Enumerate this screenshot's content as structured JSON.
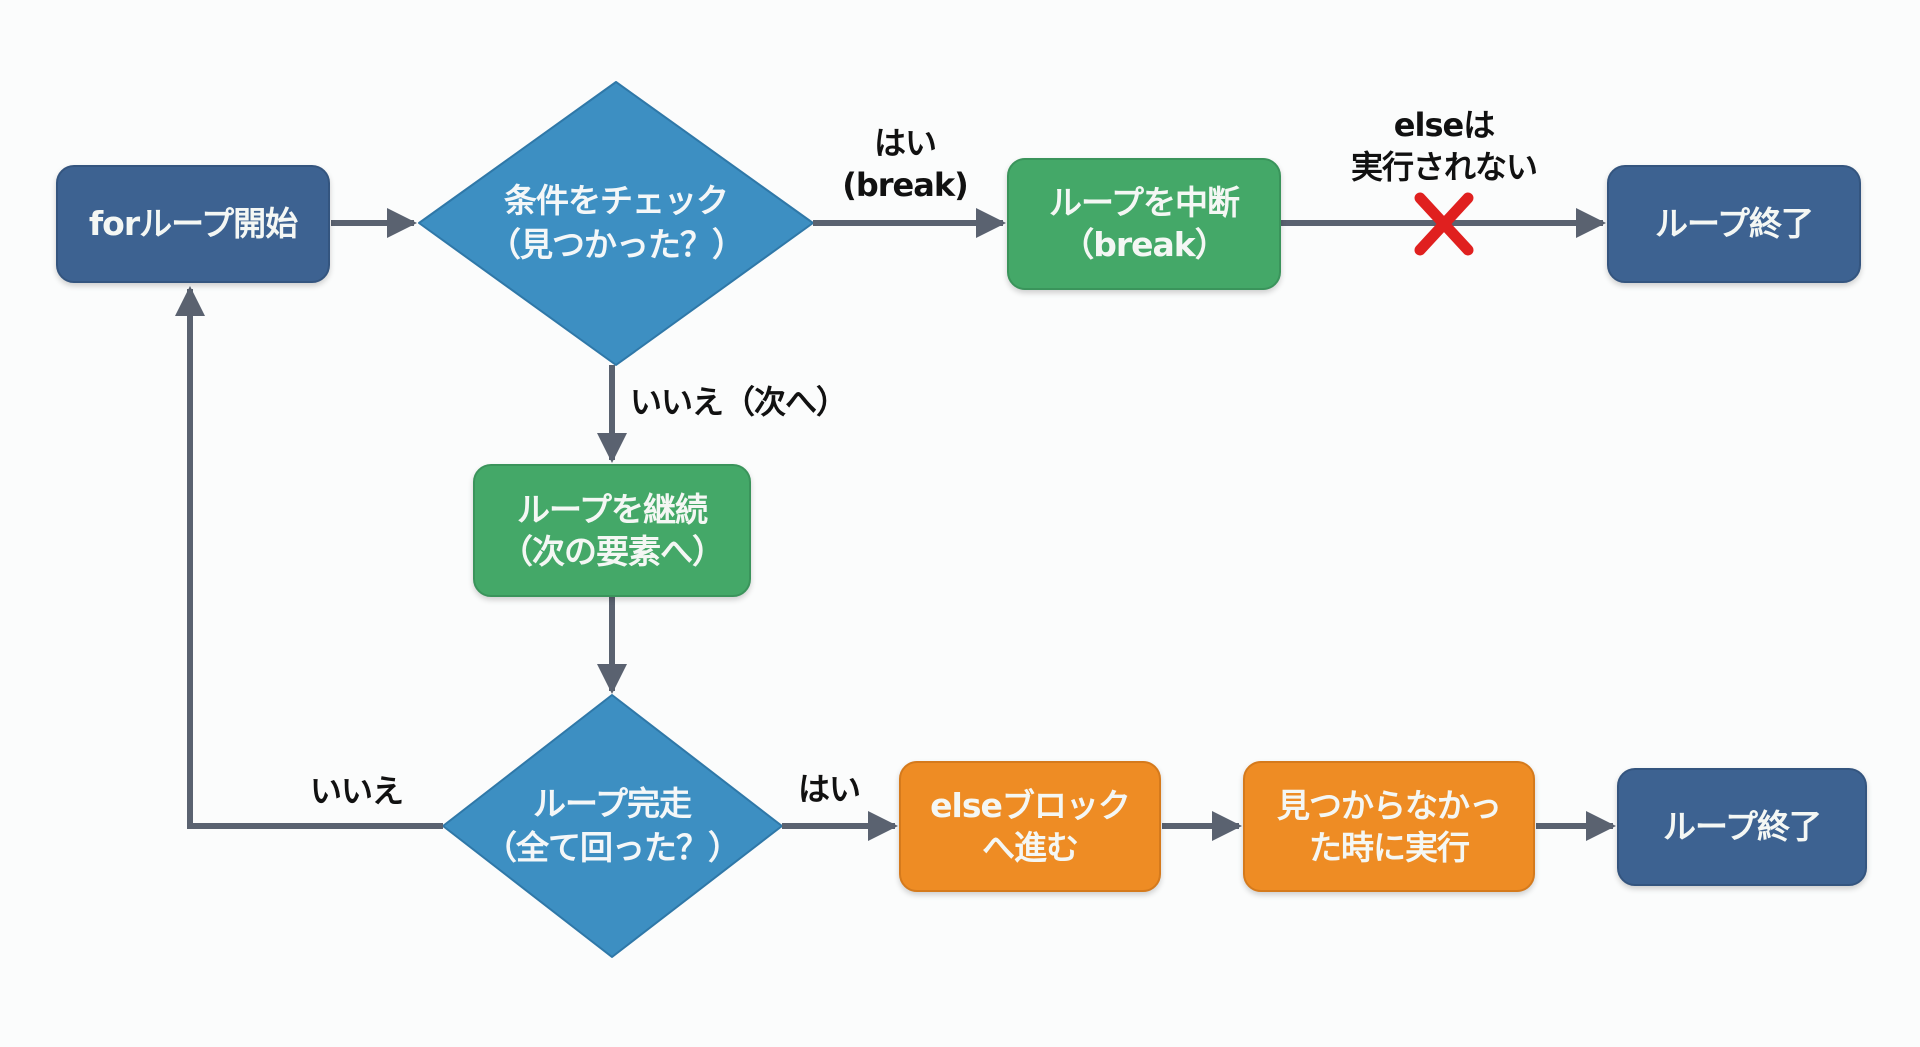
{
  "diagram": {
    "title": "for-else loop flowchart",
    "colors": {
      "terminal": "#3d6291",
      "decision": "#3d8fc2",
      "action_green": "#44a868",
      "action_orange": "#ee8c24",
      "arrow": "#5a6270",
      "cross": "#e0201f"
    },
    "nodes": {
      "start": {
        "lines": [
          "forループ開始"
        ]
      },
      "check": {
        "lines": [
          "条件をチェック",
          "（見つかった？）"
        ]
      },
      "break_box": {
        "lines": [
          "ループを中断",
          "（break）"
        ]
      },
      "end_top": {
        "lines": [
          "ループ終了"
        ]
      },
      "continue_box": {
        "lines": [
          "ループを継続",
          "（次の要素へ）"
        ]
      },
      "complete": {
        "lines": [
          "ループ完走",
          "（全て回った？）"
        ]
      },
      "else_box": {
        "lines": [
          "elseブロック",
          "へ進む"
        ]
      },
      "not_found": {
        "lines": [
          "見つからなかっ",
          "た時に実行"
        ]
      },
      "end_bottom": {
        "lines": [
          "ループ終了"
        ]
      }
    },
    "edge_labels": {
      "yes_break": [
        "はい",
        "(break)"
      ],
      "else_not_run": [
        "elseは",
        "実行されない"
      ],
      "no_next": [
        "いいえ（次へ）"
      ],
      "no_loop": [
        "いいえ"
      ],
      "yes_else": [
        "はい"
      ]
    },
    "cross_icon": "x-mark"
  }
}
